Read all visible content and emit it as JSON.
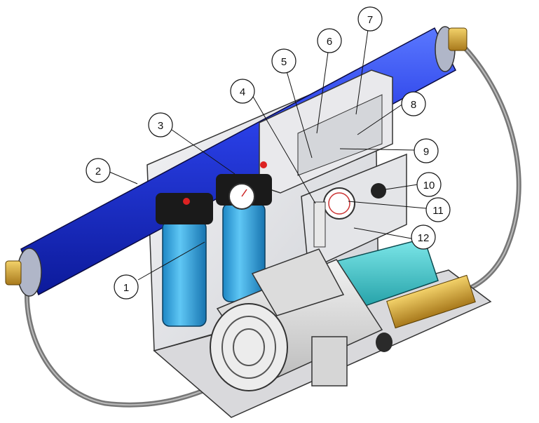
{
  "callouts": [
    "1",
    "2",
    "3",
    "4",
    "5",
    "6",
    "7",
    "8",
    "9",
    "10",
    "11",
    "12"
  ]
}
